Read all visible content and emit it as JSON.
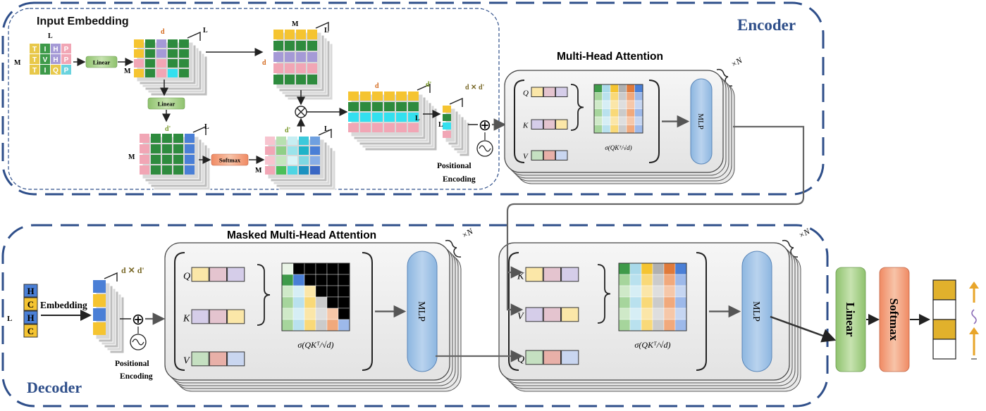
{
  "encoder": {
    "title": "Encoder",
    "input_embedding": {
      "title": "Input Embedding",
      "token_rows": [
        [
          "T",
          "I",
          "H",
          "P"
        ],
        [
          "T",
          "V",
          "H",
          "P"
        ],
        [
          "T",
          "I",
          "Q",
          "P"
        ]
      ],
      "dim_L": "L",
      "dim_M": "M",
      "dim_d": "d",
      "dim_dprime": "d'",
      "linear_label": "Linear",
      "softmax_label": "Softmax",
      "times_symbol": "⊗",
      "d_x_dprime": "d ✕ d'",
      "plus_symbol": "⊕",
      "positional_encoding": [
        "Positional",
        "Encoding"
      ]
    },
    "mha": {
      "title": "Multi-Head Attention",
      "repeat": "×N",
      "q": "Q",
      "k": "K",
      "v": "V",
      "mlp": "MLP",
      "formula": "σ(QKᵀ/√d)"
    }
  },
  "decoder": {
    "title": "Decoder",
    "tokens": [
      "H",
      "C",
      "H",
      "C"
    ],
    "dim_L": "L",
    "embedding_label": "Embedding",
    "d_x_dprime": "d ✕ d'",
    "plus_symbol": "⊕",
    "positional_encoding": [
      "Positional",
      "Encoding"
    ],
    "masked_mha": {
      "title": "Masked Multi-Head Attention",
      "repeat": "×N",
      "q": "Q",
      "k": "K",
      "v": "V",
      "mlp": "MLP",
      "formula": "σ(QKᵀ/√d)"
    },
    "cross_attention": {
      "repeat": "×N",
      "q": "Q",
      "k": "K",
      "v": "V",
      "mlp": "MLP",
      "formula": "σ(QKᵀ/√d)"
    },
    "linear_label": "Linear",
    "softmax_label": "Softmax"
  },
  "colors": {
    "dash_border": "#2f4f8a",
    "title_blue": "#2f4f8a",
    "green": "#2e8b3e",
    "yellow": "#f5c431",
    "purple": "#a59ad6",
    "pink": "#f1a6b5",
    "cyan": "#33e0ef",
    "blue": "#4a7fd6",
    "orange_label": "#d46a1e",
    "olive_label": "#7a9a2a",
    "linear_box": "#a9d08e",
    "softmax_box": "#f4a582",
    "mlp": "#9dc3e6",
    "output_gold": "#e1b12c",
    "output_arrow": "#e8a52a"
  }
}
